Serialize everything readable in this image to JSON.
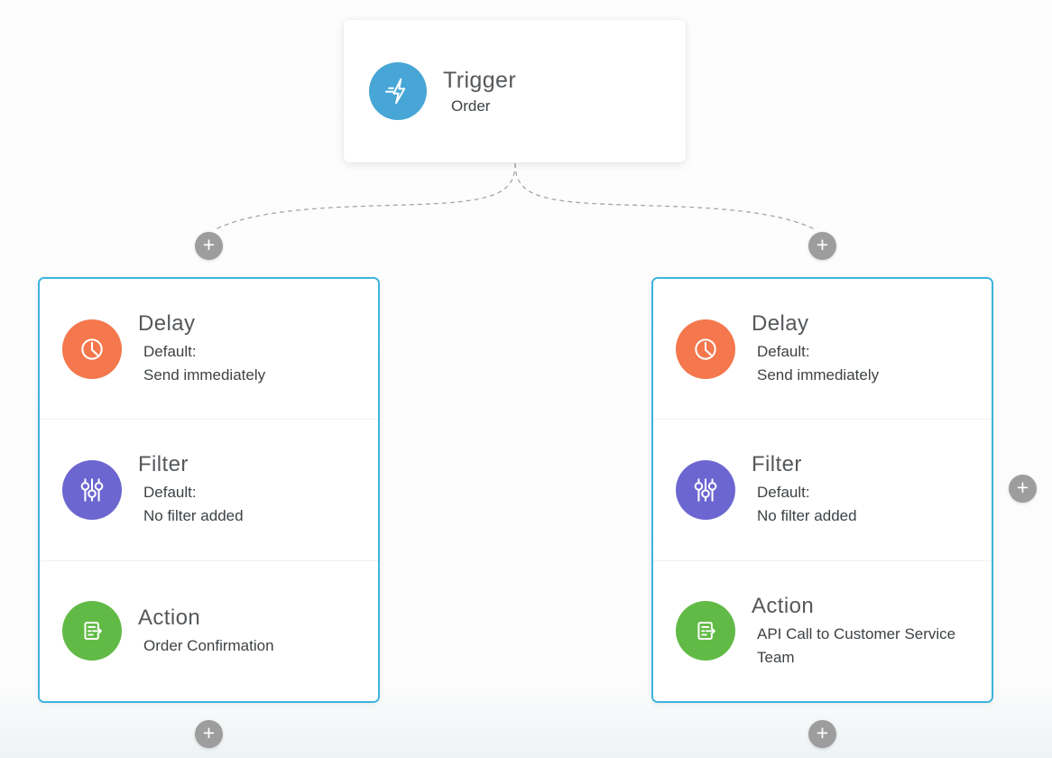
{
  "colors": {
    "trigger_icon_bg": "#47a6d6",
    "delay_icon_bg": "#f4774d",
    "filter_icon_bg": "#6c66d1",
    "action_icon_bg": "#62ba46",
    "card_border": "#3cb4dc",
    "plus_bg": "#9d9d9d",
    "connector": "#a3a7aa",
    "heading_text": "#55585b",
    "desc_text": "#3e4245"
  },
  "ui": {
    "plus": "+"
  },
  "trigger": {
    "title": "Trigger",
    "subtitle": "Order"
  },
  "branches": [
    {
      "steps": [
        {
          "title": "Delay",
          "line1": "Default:",
          "line2": "Send immediately"
        },
        {
          "title": "Filter",
          "line1": "Default:",
          "line2": "No filter added"
        },
        {
          "title": "Action",
          "line1": "Order Confirmation",
          "line2": ""
        }
      ]
    },
    {
      "steps": [
        {
          "title": "Delay",
          "line1": "Default:",
          "line2": "Send immediately"
        },
        {
          "title": "Filter",
          "line1": "Default:",
          "line2": "No filter added"
        },
        {
          "title": "Action",
          "line1": "API Call to Customer Service Team",
          "line2": ""
        }
      ]
    }
  ]
}
